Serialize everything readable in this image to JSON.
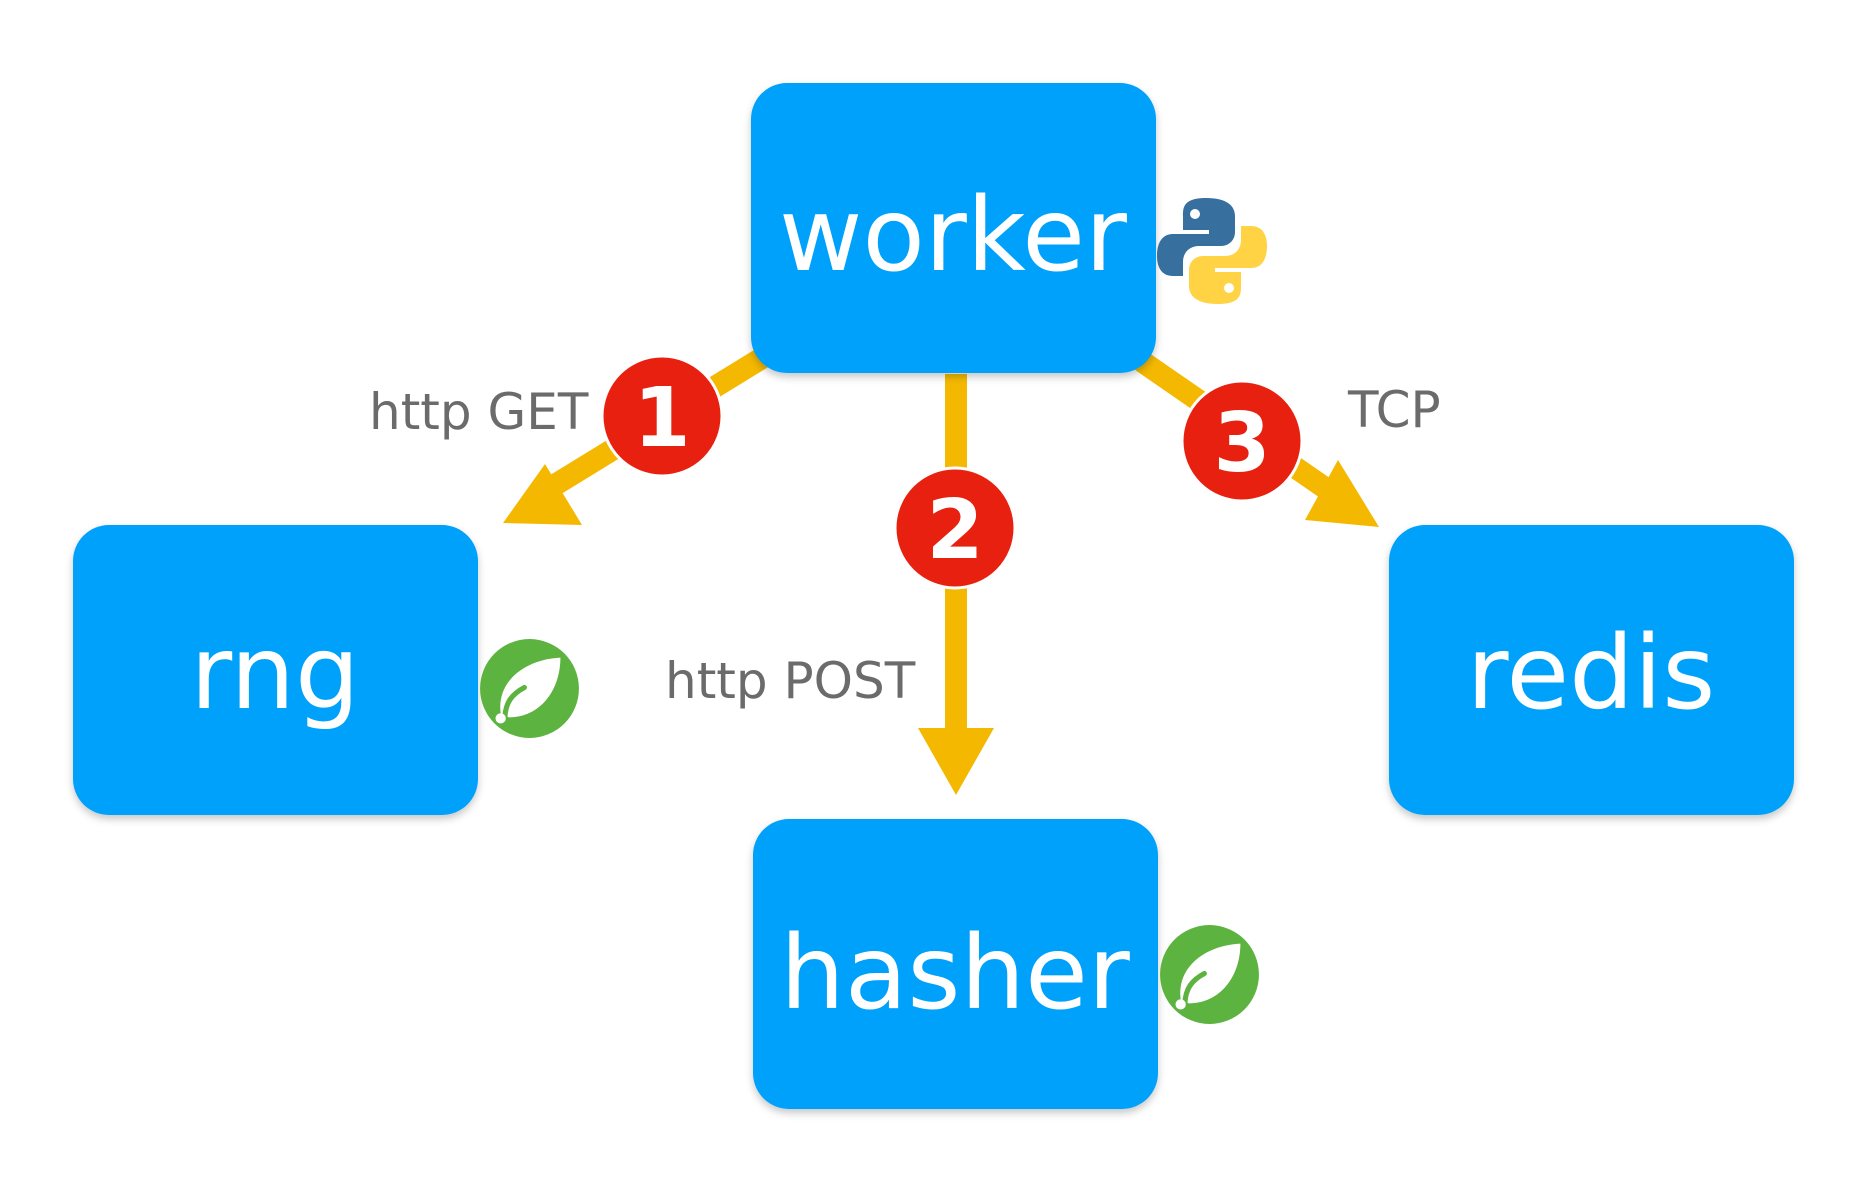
{
  "nodes": {
    "worker": {
      "label": "worker",
      "icon": "python-icon"
    },
    "rng": {
      "label": "rng",
      "icon": "spring-leaf-icon"
    },
    "hasher": {
      "label": "hasher",
      "icon": "spring-leaf-icon"
    },
    "redis": {
      "label": "redis"
    }
  },
  "edges": [
    {
      "from": "worker",
      "to": "rng",
      "label": "http GET",
      "step": "1"
    },
    {
      "from": "worker",
      "to": "hasher",
      "label": "http POST",
      "step": "2"
    },
    {
      "from": "worker",
      "to": "redis",
      "label": "TCP",
      "step": "3"
    }
  ],
  "colors": {
    "node_fill": "#03a1fb",
    "arrow": "#f5b800",
    "step_badge": "#e8200f",
    "edge_label": "#6b6b6b",
    "spring_green": "#5db33f",
    "python_blue": "#376f9f",
    "python_yellow": "#ffd343"
  }
}
